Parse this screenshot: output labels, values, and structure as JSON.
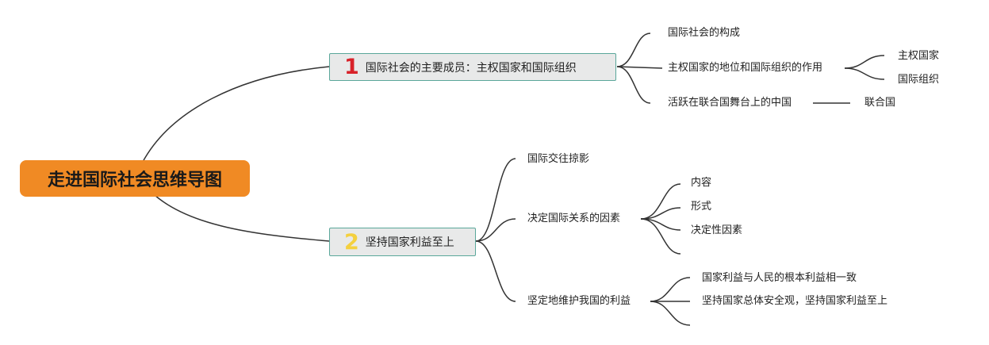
{
  "root": {
    "label": "走进国际社会思维导图",
    "color": "#f08a24"
  },
  "branches": [
    {
      "number": "1",
      "number_color": "#d8222a",
      "label": "国际社会的主要成员：主权国家和国际组织",
      "children": [
        {
          "label": "国际社会的构成"
        },
        {
          "label": "主权国家的地位和国际组织的作用",
          "children": [
            "主权国家",
            "国际组织"
          ]
        },
        {
          "label": "活跃在联合国舞台上的中国",
          "children": [
            "联合国"
          ]
        }
      ]
    },
    {
      "number": "2",
      "number_color": "#f4d03f",
      "label": "坚持国家利益至上",
      "children": [
        {
          "label": "国际交往掠影"
        },
        {
          "label": "决定国际关系的因素",
          "children": [
            "内容",
            "形式",
            "决定性因素"
          ]
        },
        {
          "label": "坚定地维护我国的利益",
          "children": [
            "国家利益与人民的根本利益相一致",
            "坚持国家总体安全观，坚持国家利益至上"
          ]
        }
      ]
    }
  ]
}
